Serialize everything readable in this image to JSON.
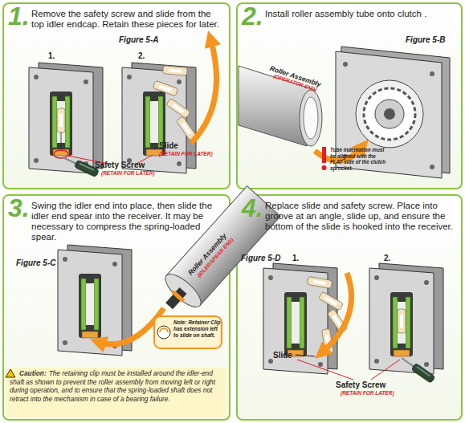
{
  "diagram": {
    "nodes": [
      {
        "text": [
          "1.",
          "Remove the safety screw and slide from the top idler endcap. Retain these pieces for later."
        ]
      },
      {
        "text": [
          "2.",
          "Install roller assembly tube onto clutch ."
        ]
      },
      {
        "text": [
          "3.",
          "Swing the idler end into place, then slide the idler end spear into the receiver. It may be necessary to compress the spring-loaded spear."
        ]
      },
      {
        "text": [
          "Note: Retainer Clip has extension left to slide on shaft."
        ],
        "in": 2
      },
      {
        "text": [
          "Caution:",
          "The retaining clip must be installed around the idler-end shaft as shown to prevent the roller assembly from moving left or right during operation, and to ensure that the spring-loaded shaft does not retract into the mechanism in case of a bearing failure."
        ],
        "in": 2
      },
      {
        "text": [
          "4.",
          "Replace slide and safety screw. Place into groove at an angle, slide up, and ensure the bottom of the slide is hooked into the receiver."
        ]
      }
    ],
    "labels": [
      "Figure 5-A",
      "1.",
      "2.",
      "Slide",
      "(RETAIN FOR LATER)",
      "Safety Screw",
      "(RETAIN FOR LATER)",
      "Figure 5-B",
      "Roller Assembly",
      "(OPERATOR END)",
      "Tube indentation must be aligned with the FLAT side of the clutch sprocket.",
      "Figure 5-C",
      "Roller Assembly",
      "(IDLER/SPEAR END)",
      "Figure 5-D",
      "1.",
      "2.",
      "Slide",
      "Safety Screw",
      "(RETAIN FOR LATER)"
    ]
  }
}
